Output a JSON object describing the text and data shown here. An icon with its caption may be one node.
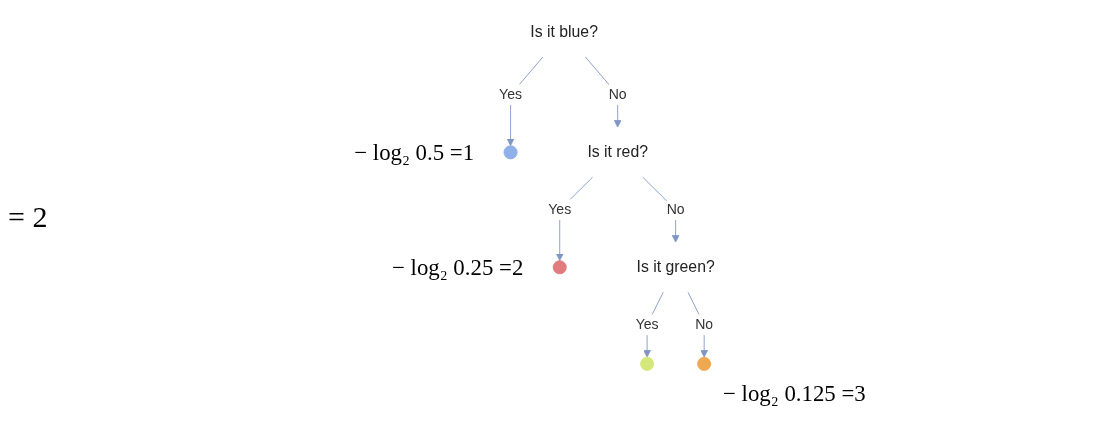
{
  "diagram": {
    "nodes": [
      {
        "text": [
          "Is it blue?"
        ]
      },
      {
        "text": [],
        "shape": "circle",
        "beside": [
          "− log₂ 0.5 =1"
        ]
      },
      {
        "text": [
          "Is it red?"
        ]
      },
      {
        "text": [],
        "shape": "circle",
        "beside": [
          "− log₂ 0.25 =2"
        ]
      },
      {
        "text": [
          "Is it green?"
        ]
      },
      {
        "text": [],
        "shape": "circle"
      },
      {
        "text": [],
        "shape": "circle",
        "beside": [
          "− log₂ 0.125 =3"
        ]
      }
    ],
    "edges": [
      {
        "from": 0,
        "to": 1,
        "arrow": "to",
        "label": "Yes"
      },
      {
        "from": 0,
        "to": 2,
        "arrow": "to",
        "label": "No"
      },
      {
        "from": 2,
        "to": 3,
        "arrow": "to",
        "label": "Yes"
      },
      {
        "from": 2,
        "to": 4,
        "arrow": "to",
        "label": "No"
      },
      {
        "from": 4,
        "to": 5,
        "arrow": "to",
        "label": "Yes"
      },
      {
        "from": 4,
        "to": 6,
        "arrow": "to",
        "label": "No"
      }
    ],
    "labels": [
      "= 2"
    ]
  }
}
